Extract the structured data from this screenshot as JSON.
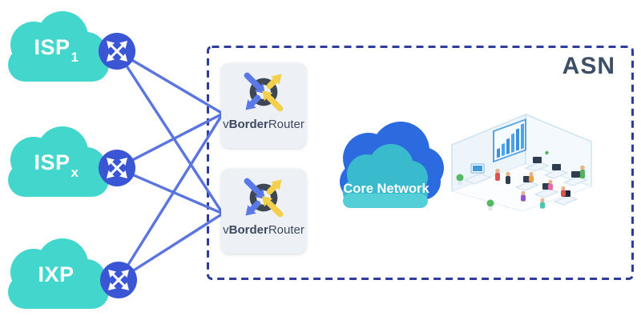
{
  "asn": {
    "label": "ASN"
  },
  "clouds": [
    {
      "id": "isp1",
      "label": "ISP",
      "subscript": "1"
    },
    {
      "id": "ispx",
      "label": "ISP",
      "subscript": "x"
    },
    {
      "id": "ixp",
      "label": "IXP",
      "subscript": ""
    }
  ],
  "border_routers": [
    {
      "name_prefix": "v",
      "name_bold": "Border",
      "name_suffix": "Router"
    },
    {
      "name_prefix": "v",
      "name_bold": "Border",
      "name_suffix": "Router"
    }
  ],
  "core_network": {
    "label": "Core Network"
  },
  "icons": {
    "edge_router": "expand-arrows-router-icon",
    "vrouter": "nat-gateway-arrows-icon",
    "clouds": "cloud-icon",
    "office": "isometric-office-illustration",
    "wall_chart": "rising-bar-chart-icon"
  },
  "colors": {
    "cloud_cyan": "#42D6CC",
    "router_circle_blue": "#3A56D4",
    "link_line_blue": "#5A75E0",
    "asn_dashed_border": "#2E3C9B",
    "asn_text": "#3D4F66",
    "vrouter_box_bg": "#EDF0F4",
    "vrouter_text": "#3C4960",
    "icon_arrow_blue": "#5A78E6",
    "icon_arrow_yellow": "#F3CF4B",
    "icon_ring_dark": "#3E4854",
    "core_cloud_back_blue": "#2C6BDF",
    "core_cloud_front_teal": "#39BBCD",
    "core_cloud_band": "#54CED7"
  }
}
